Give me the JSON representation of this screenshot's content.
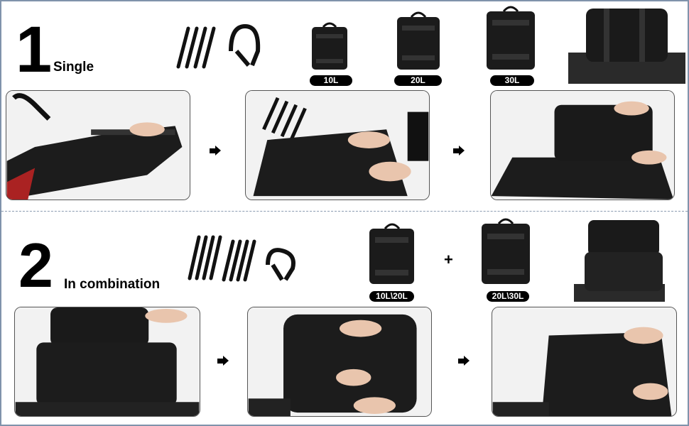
{
  "section1": {
    "number": "1",
    "title": "Single",
    "sizes": [
      "10L",
      "20L",
      "30L"
    ]
  },
  "section2": {
    "number": "2",
    "title": "In combination",
    "sizes": [
      "10L\\20L",
      "20L\\30L"
    ],
    "plus": "+"
  },
  "colors": {
    "frame": "#8093ab",
    "label_bg": "#000000",
    "bag": "#1b1b1b"
  }
}
